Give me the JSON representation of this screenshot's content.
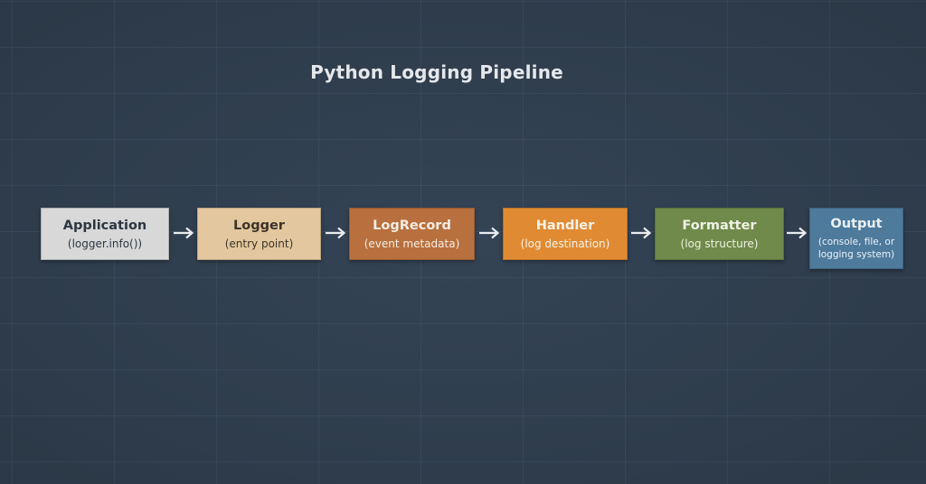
{
  "title": "Python Logging Pipeline",
  "colors": {
    "background": "#334252",
    "grid": "#46576a",
    "arrow": "#e8ecf0"
  },
  "pipeline": {
    "nodes": [
      {
        "id": "application",
        "label": "Application",
        "description": "(logger.info())",
        "fill": "#d7d8d7",
        "text": "#2e3640"
      },
      {
        "id": "logger",
        "label": "Logger",
        "description": "(entry point)",
        "fill": "#e3c79e",
        "text": "#3d342a"
      },
      {
        "id": "logrecord",
        "label": "LogRecord",
        "description": "(event metadata)",
        "fill": "#b8703e",
        "text": "#f6ece2"
      },
      {
        "id": "handler",
        "label": "Handler",
        "description": "(log destination)",
        "fill": "#e08b34",
        "text": "#fbf2e6"
      },
      {
        "id": "formatter",
        "label": "Formatter",
        "description": "(log structure)",
        "fill": "#6f8a4a",
        "text": "#eef2e4"
      },
      {
        "id": "output",
        "label": "Output",
        "description": "(console, file, or logging system)",
        "description_lines": [
          "(console, file, or",
          "logging system)"
        ],
        "fill": "#4e7a9c",
        "text": "#eaf1f6"
      }
    ],
    "edges": [
      {
        "from": "application",
        "to": "logger",
        "icon": "right-arrow-icon"
      },
      {
        "from": "logger",
        "to": "logrecord",
        "icon": "right-arrow-icon"
      },
      {
        "from": "logrecord",
        "to": "handler",
        "icon": "right-arrow-icon"
      },
      {
        "from": "handler",
        "to": "formatter",
        "icon": "right-arrow-icon"
      },
      {
        "from": "formatter",
        "to": "output",
        "icon": "right-arrow-icon"
      }
    ]
  }
}
